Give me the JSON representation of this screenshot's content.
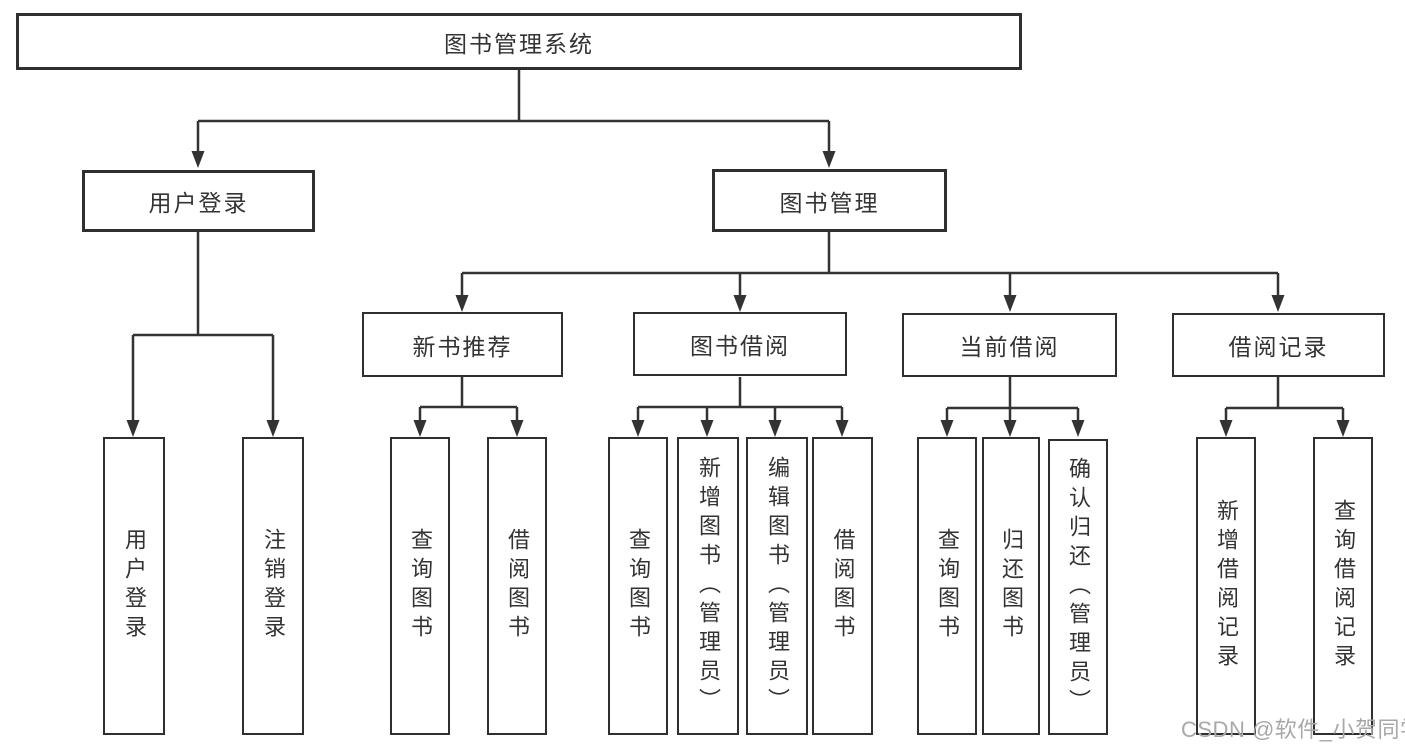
{
  "diagram": {
    "root": "图书管理系统",
    "user_login": {
      "label": "用户登录",
      "children": [
        "用户登录",
        "注销登录"
      ]
    },
    "book_management": {
      "label": "图书管理",
      "sections": [
        {
          "label": "新书推荐",
          "children": [
            "查询图书",
            "借阅图书"
          ]
        },
        {
          "label": "图书借阅",
          "children": [
            "查询图书",
            "新增图书（管理员）",
            "编辑图书（管理员）",
            "借阅图书"
          ]
        },
        {
          "label": "当前借阅",
          "children": [
            "查询图书",
            "归还图书",
            "确认归还（管理员）"
          ]
        },
        {
          "label": "借阅记录",
          "children": [
            "新增借阅记录",
            "查询借阅记录"
          ]
        }
      ]
    }
  },
  "watermark": {
    "text": "CSDN @软件_小贺同学"
  },
  "colors": {
    "line": "#333333",
    "box_border": "#2f2f2f",
    "text": "#333333",
    "background": "#ffffff",
    "watermark": "#a8a8aa"
  }
}
